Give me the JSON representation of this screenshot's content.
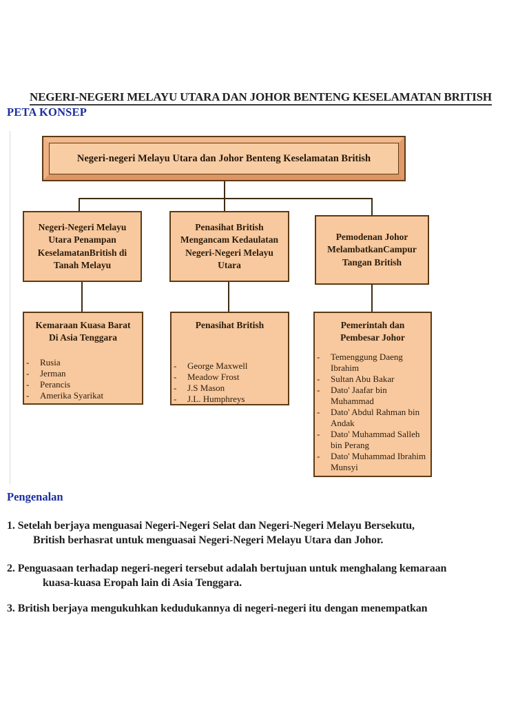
{
  "title": "NEGERI-NEGERI MELAYU UTARA DAN JOHOR BENTENG KESELAMATAN BRITISH",
  "subtitle": "PETA KONSEP",
  "diagram": {
    "list_marker": "-",
    "root_label": "Negeri-negeri Melayu Utara dan Johor Benteng Keselamatan British",
    "branches": [
      {
        "label": "Negeri-Negeri Melayu Utara Penampan KeselamatanBritish di Tanah Melayu"
      },
      {
        "label": "Penasihat British Mengancam Kedaulatan Negeri-Negeri Melayu Utara"
      },
      {
        "label": "Pemodenan Johor MelambatkanCampur Tangan British"
      }
    ],
    "leaves": [
      {
        "heading": "Kemaraan Kuasa Barat Di Asia Tenggara",
        "items": [
          "Rusia",
          "Jerman",
          "Perancis",
          "Amerika Syarikat"
        ]
      },
      {
        "heading": "Penasihat British",
        "items": [
          "George Maxwell",
          "Meadow Frost",
          "J.S Mason",
          "J.L. Humphreys"
        ]
      },
      {
        "heading": "Pemerintah dan Pembesar Johor",
        "items": [
          "Temenggung Daeng Ibrahim",
          "Sultan Abu Bakar",
          "Dato' Jaafar bin Muhammad",
          "Dato' Abdul Rahman bin Andak",
          "Dato' Muhammad Salleh bin Perang",
          "Dato' Muhammad Ibrahim Munsyi"
        ]
      }
    ]
  },
  "section": {
    "heading": "Pengenalan",
    "paragraphs": [
      {
        "lines": [
          "1. Setelah berjaya menguasai Negeri-Negeri Selat dan Negeri-Negeri Melayu Bersekutu,",
          "British berhasrat untuk menguasai Negeri-Negeri Melayu Utara dan Johor."
        ]
      },
      {
        "lines": [
          "2. Penguasaan terhadap negeri-negeri tersebut adalah bertujuan untuk menghalang kemaraan",
          "kuasa-kuasa Eropah lain di Asia Tenggara."
        ]
      },
      {
        "lines": [
          "3. British berjaya mengukuhkan kedudukannya di negeri-negeri itu dengan menempatkan"
        ]
      }
    ]
  },
  "colors": {
    "box_fill": "#f8c89e",
    "box_border": "#5b3a14",
    "heading_blue": "#1b2fa0",
    "connector": "#3d2b12"
  }
}
